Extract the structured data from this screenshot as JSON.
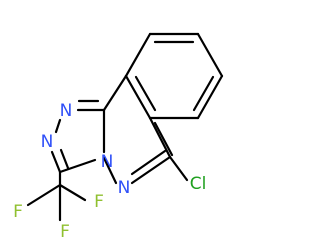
{
  "structure": {
    "atoms": [
      {
        "symbol": "N",
        "color": "#3050F8"
      },
      {
        "symbol": "N",
        "color": "#3050F8"
      },
      {
        "symbol": "N",
        "color": "#3050F8"
      },
      {
        "symbol": "N",
        "color": "#3050F8"
      },
      {
        "symbol": "Cl",
        "color": "#1FA01F"
      },
      {
        "symbol": "F",
        "color": "#90C030"
      },
      {
        "symbol": "F",
        "color": "#90C030"
      },
      {
        "symbol": "F",
        "color": "#90C030"
      }
    ]
  }
}
